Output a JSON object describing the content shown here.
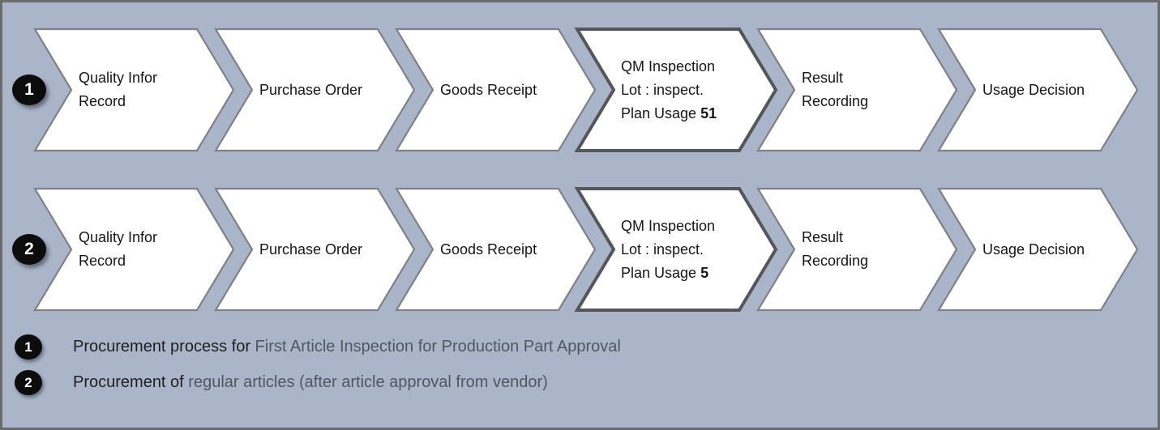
{
  "frame": {
    "background": "#abb5c9",
    "border_color": "#6a6b6e"
  },
  "chevron_colors": {
    "fill": "#ffffff",
    "stroke": "#7f8186",
    "highlight_stroke": "#55565a"
  },
  "rows": [
    {
      "number": "1",
      "steps": [
        {
          "lines": [
            "Quality Infor",
            "Record"
          ]
        },
        {
          "lines": [
            "Purchase Order"
          ]
        },
        {
          "lines": [
            "Goods Receipt"
          ]
        },
        {
          "lines": [
            "QM Inspection",
            "Lot : inspect."
          ],
          "line3_prefix": "Plan Usage ",
          "line3_bold": "51",
          "highlighted": true
        },
        {
          "lines": [
            "Result",
            "Recording"
          ]
        },
        {
          "lines": [
            "Usage Decision"
          ]
        }
      ]
    },
    {
      "number": "2",
      "steps": [
        {
          "lines": [
            "Quality Infor",
            "Record"
          ]
        },
        {
          "lines": [
            "Purchase Order"
          ]
        },
        {
          "lines": [
            "Goods Receipt"
          ]
        },
        {
          "lines": [
            "QM Inspection",
            "Lot : inspect."
          ],
          "line3_prefix": "Plan Usage ",
          "line3_bold": "5",
          "highlighted": true
        },
        {
          "lines": [
            "Result",
            "Recording"
          ]
        },
        {
          "lines": [
            "Usage Decision"
          ]
        }
      ]
    }
  ],
  "legend": [
    {
      "number": "1",
      "lead": "Procurement process for ",
      "rest": "First Article Inspection for Production Part Approval"
    },
    {
      "number": "2",
      "lead": "Procurement of ",
      "rest": "regular articles (after article approval from vendor)"
    }
  ]
}
